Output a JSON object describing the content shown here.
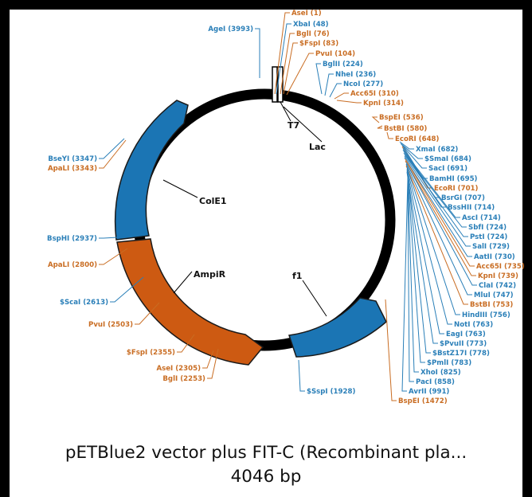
{
  "caption": {
    "title": "pETBlue2 vector plus FIT-C (Recombinant pla...",
    "size": "4046 bp"
  },
  "colors": {
    "backbone": "#000000",
    "feature_blue": "#1b75b4",
    "feature_orange": "#cd5a12",
    "label_blue": "#2a7fb8",
    "label_orange": "#c96d23"
  },
  "features": [
    {
      "id": "cole1",
      "label": "ColE1",
      "color": "blue"
    },
    {
      "id": "ampir",
      "label": "AmpiR",
      "color": "orange"
    },
    {
      "id": "f1",
      "label": "f1",
      "color": "blue"
    },
    {
      "id": "t7",
      "label": "T7"
    },
    {
      "id": "lac",
      "label": "Lac"
    }
  ],
  "sites": [
    {
      "text": "AseI (1)",
      "color": "orange"
    },
    {
      "text": "XbaI (48)",
      "color": "blue"
    },
    {
      "text": "BglI (76)",
      "color": "orange"
    },
    {
      "text": "$FspI (83)",
      "color": "orange"
    },
    {
      "text": "PvuI (104)",
      "color": "orange"
    },
    {
      "text": "BglII (224)",
      "color": "blue"
    },
    {
      "text": "NheI (236)",
      "color": "blue"
    },
    {
      "text": "NcoI (277)",
      "color": "blue"
    },
    {
      "text": "Acc65I (310)",
      "color": "orange"
    },
    {
      "text": "KpnI (314)",
      "color": "orange"
    },
    {
      "text": "BspEI (536)",
      "color": "orange"
    },
    {
      "text": "BstBI (580)",
      "color": "orange"
    },
    {
      "text": "EcoRI (648)",
      "color": "orange"
    },
    {
      "text": "XmaI (682)",
      "color": "blue"
    },
    {
      "text": "$SmaI (684)",
      "color": "blue"
    },
    {
      "text": "SacI (691)",
      "color": "blue"
    },
    {
      "text": "BamHI (695)",
      "color": "blue"
    },
    {
      "text": "EcoRI (701)",
      "color": "orange"
    },
    {
      "text": "BsrGI (707)",
      "color": "blue"
    },
    {
      "text": "BssHII (714)",
      "color": "blue"
    },
    {
      "text": "AscI (714)",
      "color": "blue"
    },
    {
      "text": "SbfI (724)",
      "color": "blue"
    },
    {
      "text": "PstI (724)",
      "color": "blue"
    },
    {
      "text": "SalI (729)",
      "color": "blue"
    },
    {
      "text": "AatII (730)",
      "color": "blue"
    },
    {
      "text": "Acc65I (735)",
      "color": "orange"
    },
    {
      "text": "KpnI (739)",
      "color": "orange"
    },
    {
      "text": "ClaI (742)",
      "color": "blue"
    },
    {
      "text": "MluI (747)",
      "color": "blue"
    },
    {
      "text": "BstBI (753)",
      "color": "orange"
    },
    {
      "text": "HindIII (756)",
      "color": "blue"
    },
    {
      "text": "NotI (763)",
      "color": "blue"
    },
    {
      "text": "EagI (763)",
      "color": "blue"
    },
    {
      "text": "$PvuII (773)",
      "color": "blue"
    },
    {
      "text": "$BstZ17I (778)",
      "color": "blue"
    },
    {
      "text": "$PmlI (783)",
      "color": "blue"
    },
    {
      "text": "XhoI (825)",
      "color": "blue"
    },
    {
      "text": "PacI (858)",
      "color": "blue"
    },
    {
      "text": "AvrII (991)",
      "color": "blue"
    },
    {
      "text": "BspEI (1472)",
      "color": "orange"
    },
    {
      "text": "$SspI (1928)",
      "color": "blue"
    },
    {
      "text": "BglI (2253)",
      "color": "orange"
    },
    {
      "text": "AseI (2305)",
      "color": "orange"
    },
    {
      "text": "$FspI (2355)",
      "color": "orange"
    },
    {
      "text": "PvuI (2503)",
      "color": "orange"
    },
    {
      "text": "$ScaI (2613)",
      "color": "blue"
    },
    {
      "text": "ApaLI (2800)",
      "color": "orange"
    },
    {
      "text": "BspHI (2937)",
      "color": "blue"
    },
    {
      "text": "ApaLI (3343)",
      "color": "orange"
    },
    {
      "text": "BseYI (3347)",
      "color": "blue"
    },
    {
      "text": "AgeI (3993)",
      "color": "blue"
    }
  ]
}
